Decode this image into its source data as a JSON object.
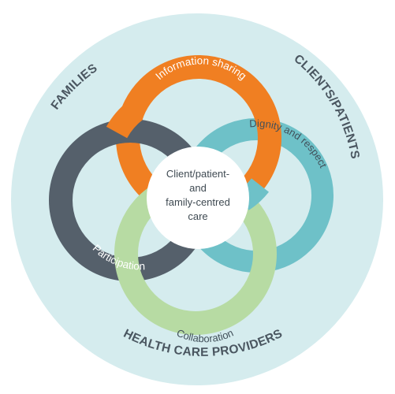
{
  "outer_labels": {
    "top_left": "FAMILIES",
    "top_right": "CLIENTS/PATIENTS",
    "bottom": "HEALTH CARE PROVIDERS"
  },
  "rings": {
    "information_sharing": {
      "label": "Information sharing",
      "color": "#f07f22"
    },
    "dignity_and_respect": {
      "label": "Dignity and respect",
      "color": "#6ec1c8"
    },
    "participation": {
      "label": "Participation",
      "color": "#55606b"
    },
    "collaboration": {
      "label": "Collaboration",
      "color": "#b7dba3"
    }
  },
  "center": {
    "lines": [
      "Client/patient-",
      "and",
      "family-centred",
      "care"
    ]
  },
  "colors": {
    "outer_circle": "#d5ecee",
    "center_circle": "#ffffff"
  }
}
